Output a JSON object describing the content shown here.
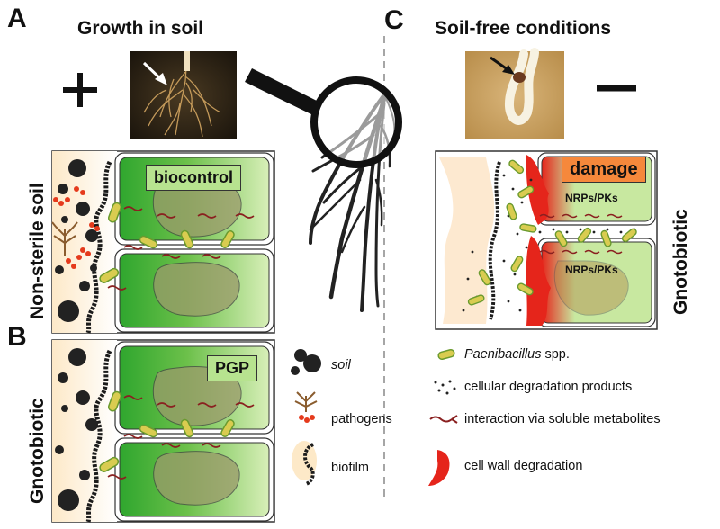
{
  "panels": {
    "a": {
      "letter": "A",
      "title": "Growth in soil",
      "sign": "+",
      "side_label": "Non-sterile soil",
      "box_label": "biocontrol"
    },
    "b": {
      "letter": "B",
      "side_label": "Gnotobiotic",
      "box_label": "PGP"
    },
    "c": {
      "letter": "C",
      "title": "Soil-free conditions",
      "sign": "−",
      "side_label": "Gnotobiotic",
      "box_label": "damage",
      "compound_label_1": "NRPs/PKs",
      "compound_label_2": "NRPs/PKs"
    }
  },
  "legend_left": {
    "soil": "soil",
    "pathogens": "pathogens",
    "biofilm": "biofilm"
  },
  "legend_right": {
    "paenibacillus_name": "Paenibacillus",
    "paenibacillus_suffix": " spp.",
    "degradation_products": "cellular degradation products",
    "interaction": "interaction via soluble metabolites",
    "cell_wall": "cell wall degradation"
  },
  "colors": {
    "cell_green": "#2fa62e",
    "cell_light": "#d8efb8",
    "bacteria_fill": "#d9cc50",
    "bacteria_border": "#6a9a2e",
    "damage_red": "#e5251b",
    "label_green": "#b7e38f",
    "damage_orange": "#f6883b",
    "soil_particle": "#222222",
    "pathogen_red": "#e53a1c"
  }
}
